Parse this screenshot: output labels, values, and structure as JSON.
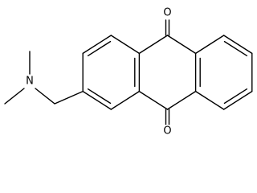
{
  "molecule": {
    "atoms": {
      "o_top": "O",
      "o_bottom": "O",
      "n_amine": "N"
    }
  }
}
